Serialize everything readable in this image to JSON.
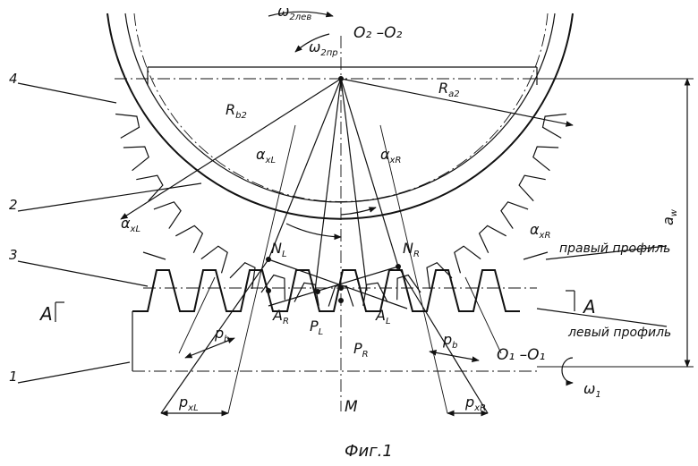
{
  "figure": {
    "caption": "Фиг.1",
    "labels": {
      "part_1": "1",
      "part_2": "2",
      "part_3": "3",
      "part_4": "4",
      "center_upper": "O₂ –O₂",
      "center_lower": "O₁ –O₁",
      "omega_2lev": "ω",
      "omega_2lev_sub": "2лев",
      "omega_2pr": "ω",
      "omega_2pr_sub": "2пр",
      "omega_1": "ω",
      "omega_1_sub": "1",
      "R_b2": "R",
      "R_b2_sub": "b2",
      "R_a2": "R",
      "R_a2_sub": "a2",
      "alpha_xL_top": "α",
      "alpha_xL_top_sub": "xL",
      "alpha_xR_top": "α",
      "alpha_xR_top_sub": "xR",
      "alpha_xL_left": "α",
      "alpha_xL_left_sub": "xL",
      "alpha_xR_right": "α",
      "alpha_xR_right_sub": "xR",
      "N_L": "N",
      "N_L_sub": "L",
      "N_R": "N",
      "N_R_sub": "R",
      "A_R": "A",
      "A_R_sub": "R",
      "A_L": "A",
      "A_L_sub": "L",
      "P_L": "P",
      "P_L_sub": "L",
      "P_R": "P",
      "P_R_sub": "R",
      "p_b_left": "p",
      "p_b_left_sub": "b",
      "p_b_right": "p",
      "p_b_right_sub": "b",
      "p_xL": "p",
      "p_xL_sub": "xL",
      "p_xR": "p",
      "p_xR_sub": "xR",
      "M": "M",
      "section_left": "A",
      "section_right": "A",
      "a_w": "a",
      "a_w_sub": "w",
      "right_profile": "правый профиль",
      "left_profile": "левый профиль"
    }
  }
}
